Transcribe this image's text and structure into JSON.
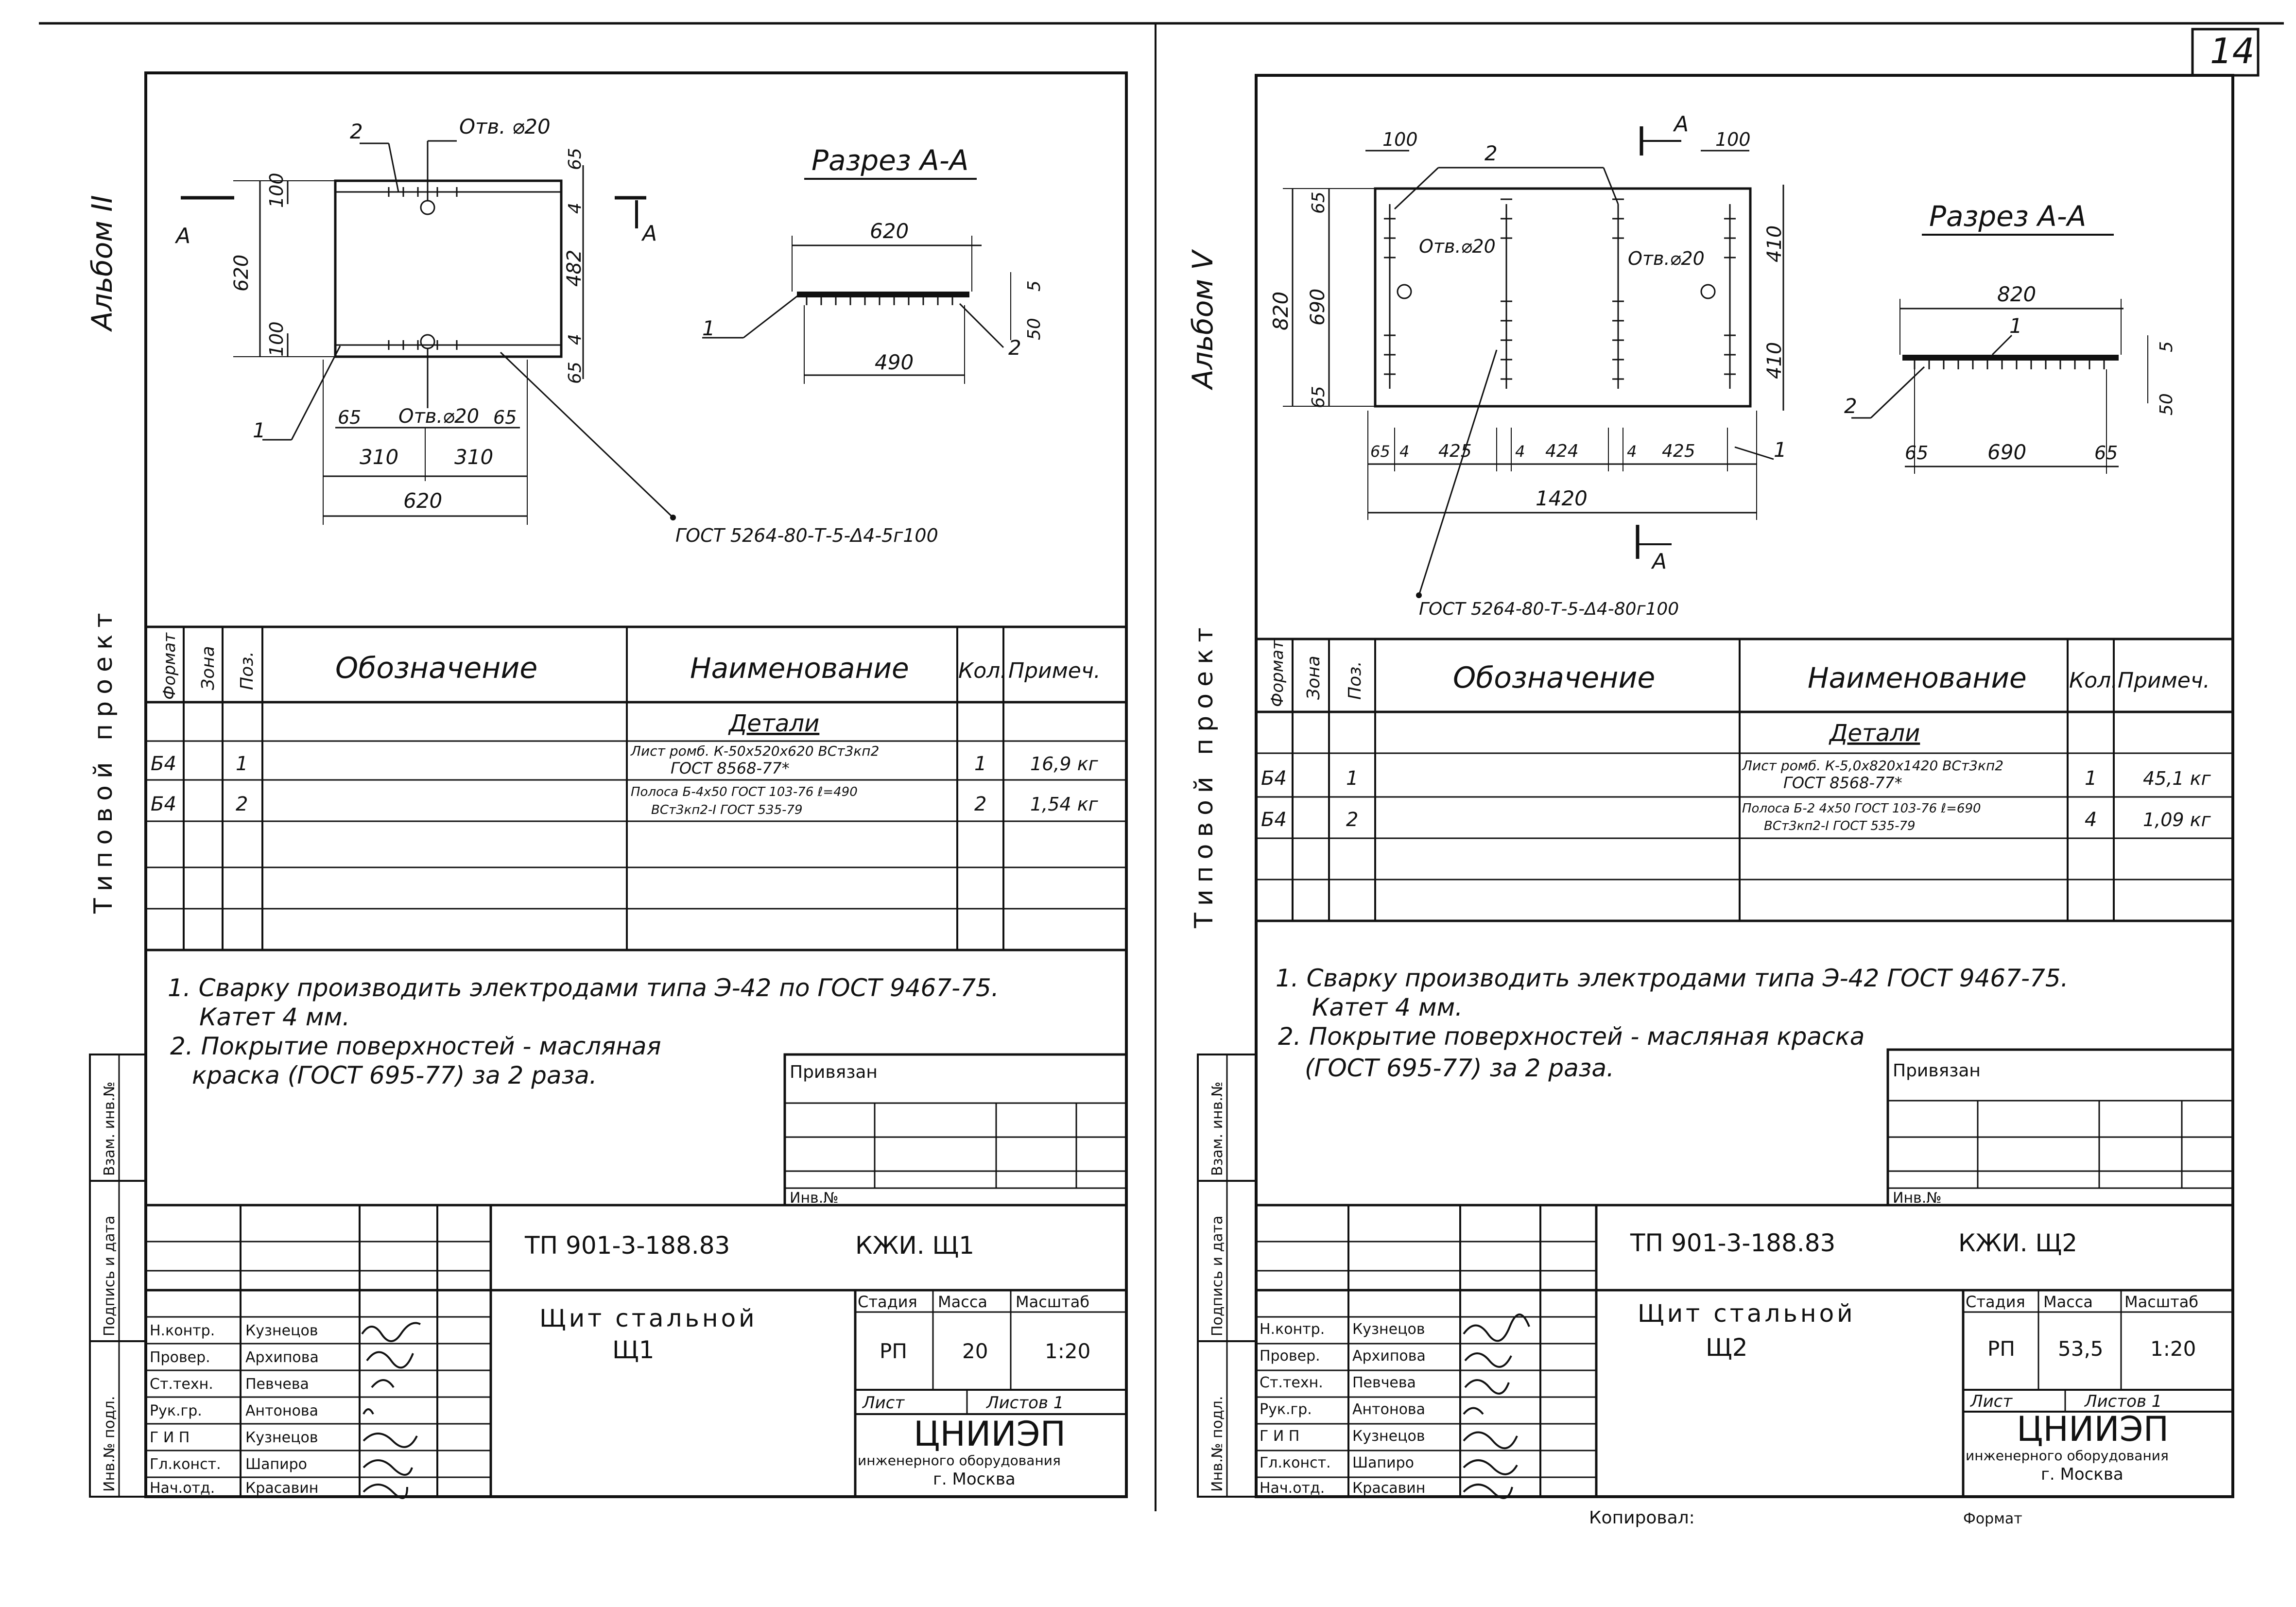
{
  "page_number": "14",
  "copy_note": "Копировал:",
  "format_note": "Формат",
  "sheets": [
    {
      "album": "Альбом II",
      "project": "Типовой проект",
      "section_title": "Разрез А-А",
      "section_mark": "А",
      "plan": {
        "hole_top": "Отв. ⌀20",
        "hole_bottom": "Отв.⌀20",
        "pos_label_top": "2",
        "pos_label_bottom": "1",
        "dim_height": "620",
        "dim_width": "620",
        "dim_top_offset": "100",
        "dim_bottom_offset": "100",
        "dim_right_top": "65",
        "dim_right_4a": "4",
        "dim_right_mid": "482",
        "dim_right_4b": "4",
        "dim_right_bottom": "65",
        "dim_left_65": "65",
        "dim_right_65": "65",
        "dim_half_left": "310",
        "dim_half_right": "310"
      },
      "section": {
        "dim_top": "620",
        "dim_bottom": "490",
        "dim_5": "5",
        "dim_50": "50",
        "pos_1": "1",
        "pos_2": "2"
      },
      "weld_standard": "ГОСТ 5264-80-Т-5-Δ4-5г100",
      "table": {
        "headers": [
          "Формат",
          "Зона",
          "Поз.",
          "Обозначение",
          "Наименование",
          "Кол.",
          "Примеч."
        ],
        "group": "Детали",
        "rows": [
          {
            "format": "Б4",
            "pos": "1",
            "name_line1": "Лист ромб. К-50х520х620 ВСт3кп2",
            "name_line2": "ГОСТ 8568-77*",
            "qty": "1",
            "note": "16,9 кг"
          },
          {
            "format": "Б4",
            "pos": "2",
            "name_line1": "Полоса Б-4х50 ГОСТ 103-76 ℓ=490",
            "name_line2": "ВСт3кп2-I ГОСТ 535-79",
            "qty": "2",
            "note": "1,54 кг"
          }
        ]
      },
      "notes": [
        "1. Сварку производить электродами типа Э-42 по ГОСТ 9467-75.",
        "Катет 4 мм.",
        "2. Покрытие поверхностей - масляная",
        "краска (ГОСТ 695-77) за 2 раза."
      ],
      "binding": {
        "title": "Привязан",
        "inv": "Инв.№"
      },
      "side_columns": [
        "Взам. инв.№",
        "Подпись и дата",
        "Инв.№ подл."
      ],
      "stamp": {
        "code": "ТП 901-3-188.83",
        "mark": "КЖИ. Щ1",
        "title_line1": "Щит стальной",
        "title_line2": "Щ1",
        "stage_label": "Стадия",
        "mass_label": "Масса",
        "scale_label": "Масштаб",
        "stage": "РП",
        "mass": "20",
        "scale": "1:20",
        "sheet_label": "Лист",
        "sheets_label": "Листов 1",
        "org_name": "ЦНИИЭП",
        "org_line2": "инженерного оборудования",
        "org_city": "г. Москва",
        "people": [
          {
            "role": "Н.контр.",
            "name": "Кузнецов"
          },
          {
            "role": "Провер.",
            "name": "Архипова"
          },
          {
            "role": "Ст.техн.",
            "name": "Певчева"
          },
          {
            "role": "Рук.гр.",
            "name": "Антонова"
          },
          {
            "role": "Г И П",
            "name": "Кузнецов"
          },
          {
            "role": "Гл.конст.",
            "name": "Шапиро"
          },
          {
            "role": "Нач.отд.",
            "name": "Красавин"
          }
        ]
      }
    },
    {
      "album": "Альбом V",
      "project": "Типовой проект",
      "section_title": "Разрез А-А",
      "section_mark": "А",
      "plan": {
        "hole_left": "Отв.⌀20",
        "hole_right": "Отв.⌀20",
        "pos_label_top": "2",
        "pos_label_bottom": "1",
        "dim_height": "820",
        "dim_inner": "690",
        "dim_top_65": "65",
        "dim_bottom_65": "65",
        "dim_top_left": "100",
        "dim_top_right": "100",
        "dim_right_upper": "410",
        "dim_right_lower": "410",
        "dim_width": "1420",
        "dim_seg_65a": "65",
        "dim_seg_4a": "4",
        "dim_seg_425a": "425",
        "dim_seg_4b": "4",
        "dim_seg_424": "424",
        "dim_seg_4c": "4",
        "dim_seg_425b": "425"
      },
      "section": {
        "dim_top": "820",
        "dim_bottom": "690",
        "dim_left": "65",
        "dim_right": "65",
        "dim_5": "5",
        "dim_50": "50",
        "pos_1": "1",
        "pos_2": "2"
      },
      "weld_standard": "ГОСТ 5264-80-Т-5-Δ4-80г100",
      "table": {
        "headers": [
          "Формат",
          "Зона",
          "Поз.",
          "Обозначение",
          "Наименование",
          "Кол.",
          "Примеч."
        ],
        "group": "Детали",
        "rows": [
          {
            "format": "Б4",
            "pos": "1",
            "name_line1": "Лист ромб. К-5,0х820х1420 ВСт3кп2",
            "name_line2": "ГОСТ 8568-77*",
            "qty": "1",
            "note": "45,1 кг"
          },
          {
            "format": "Б4",
            "pos": "2",
            "name_line1": "Полоса Б-2 4х50 ГОСТ 103-76 ℓ=690",
            "name_line2": "ВСт3кп2-I ГОСТ 535-79",
            "qty": "4",
            "note": "1,09 кг"
          }
        ]
      },
      "notes": [
        "1. Сварку производить электродами типа Э-42 ГОСТ 9467-75.",
        "Катет 4 мм.",
        "2. Покрытие поверхностей - масляная краска",
        "(ГОСТ 695-77) за 2 раза."
      ],
      "binding": {
        "title": "Привязан",
        "inv": "Инв.№"
      },
      "side_columns": [
        "Взам. инв.№",
        "Подпись и дата",
        "Инв.№ подл."
      ],
      "stamp": {
        "code": "ТП 901-3-188.83",
        "mark": "КЖИ. Щ2",
        "title_line1": "Щит стальной",
        "title_line2": "Щ2",
        "stage_label": "Стадия",
        "mass_label": "Масса",
        "scale_label": "Масштаб",
        "stage": "РП",
        "mass": "53,5",
        "scale": "1:20",
        "sheet_label": "Лист",
        "sheets_label": "Листов 1",
        "org_name": "ЦНИИЭП",
        "org_line2": "инженерного оборудования",
        "org_city": "г. Москва",
        "people": [
          {
            "role": "Н.контр.",
            "name": "Кузнецов"
          },
          {
            "role": "Провер.",
            "name": "Архипова"
          },
          {
            "role": "Ст.техн.",
            "name": "Певчева"
          },
          {
            "role": "Рук.гр.",
            "name": "Антонова"
          },
          {
            "role": "Г И П",
            "name": "Кузнецов"
          },
          {
            "role": "Гл.конст.",
            "name": "Шапиро"
          },
          {
            "role": "Нач.отд.",
            "name": "Красавин"
          }
        ]
      }
    }
  ]
}
